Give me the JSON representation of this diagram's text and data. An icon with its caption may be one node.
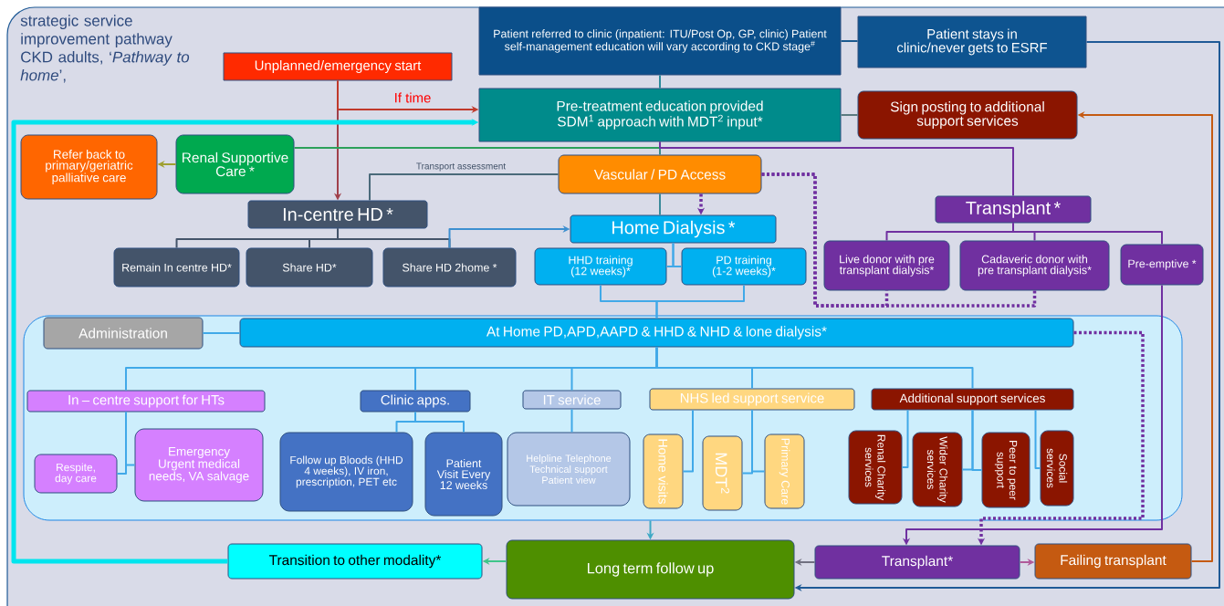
{
  "diagram": {
    "title": "strategic service improvement pathway CKD adults, ‘*Pathway to home*’,",
    "nodes": [
      {
        "text": [
          "Unplanned/emergency start"
        ]
      },
      {
        "text": [
          "Patient referred to clinic (inpatient: ITU/Post Op, GP, clinic) Patient self-management education will vary according to CKD stage$^{#}$"
        ]
      },
      {
        "text": [
          "Patient stays in clinic/never gets to ESRF"
        ]
      },
      {
        "text": [
          "Pre-treatment education provided SDM$^{1}$ approach with MDT$^{2}$ input*"
        ]
      },
      {
        "text": [
          "Sign posting to additional support services"
        ]
      },
      {
        "text": [
          "Refer back to primary/geriatric palliative care"
        ]
      },
      {
        "text": [
          "Renal Supportive Care *"
        ]
      },
      {
        "text": [
          "Vascular / PD Access"
        ]
      },
      {
        "text": [
          "In-centre HD *"
        ]
      },
      {
        "text": [
          "Remain In centre HD*"
        ]
      },
      {
        "text": [
          "Share HD*"
        ]
      },
      {
        "text": [
          "Share HD 2home *"
        ]
      },
      {
        "text": [
          "Home Dialysis *"
        ]
      },
      {
        "text": [
          "HHD training (12 weeks)*"
        ]
      },
      {
        "text": [
          "PD training (1-2 weeks)*"
        ]
      },
      {
        "text": [
          "Transplant *"
        ]
      },
      {
        "text": [
          "Live donor with pre transplant dialysis*"
        ]
      },
      {
        "text": [
          "Cadaveric donor with pre transplant dialysis*"
        ]
      },
      {
        "text": [
          "Pre-emptive *"
        ]
      },
      {
        "text": [],
        "shape": "box"
      },
      {
        "text": [
          "Administration"
        ],
        "in": 19
      },
      {
        "text": [
          "At Home PD,APD,AAPD & HHD & NHD & lone dialysis*"
        ],
        "in": 19
      },
      {
        "text": [
          "In – centre support for HTs"
        ],
        "in": 19
      },
      {
        "text": [
          "Clinic apps."
        ],
        "in": 19
      },
      {
        "text": [
          "IT service"
        ],
        "in": 19
      },
      {
        "text": [
          "NHS led support service"
        ],
        "in": 19
      },
      {
        "text": [
          "Additional support services"
        ],
        "in": 19
      },
      {
        "text": [
          "Respite, day care"
        ],
        "in": 19
      },
      {
        "text": [
          "Emergency Urgent medical needs, VA salvage"
        ],
        "in": 19
      },
      {
        "text": [
          "Follow up Bloods (HHD 4 weeks), IV iron, prescription, PET etc"
        ],
        "in": 19
      },
      {
        "text": [
          "Patient Visit Every 12 weeks"
        ],
        "in": 19
      },
      {
        "text": [
          "Helpline Telephone Technical support Patient view"
        ],
        "in": 19
      },
      {
        "text": [
          "Home visits"
        ],
        "in": 19
      },
      {
        "text": [
          "MDT$^{2}$"
        ],
        "in": 19
      },
      {
        "text": [
          "Primary Care"
        ],
        "in": 19
      },
      {
        "text": [
          "Renal Charity services"
        ],
        "in": 19
      },
      {
        "text": [
          "Wider Charity services"
        ],
        "in": 19
      },
      {
        "text": [
          "Peer to peer support"
        ],
        "in": 19
      },
      {
        "text": [
          "Social services"
        ],
        "in": 19
      },
      {
        "text": [
          "Transition to other modality*"
        ]
      },
      {
        "text": [
          "Long term follow up"
        ]
      },
      {
        "text": [
          "Transplant*"
        ]
      },
      {
        "text": [
          "Failing transplant"
        ]
      }
    ],
    "edges": [
      {
        "from": 1,
        "to": 2,
        "arrow": "none",
        "color": "#1a5a8f"
      },
      {
        "from": 1,
        "to": 3,
        "arrow": "none",
        "color": "#2a8a9a"
      },
      {
        "from": 0,
        "to": 8,
        "arrow": "to",
        "color": "#a0404a"
      },
      {
        "from": 0,
        "to": 3,
        "arrow": "to",
        "label": "If time",
        "color": "#c0392b"
      },
      {
        "from": 39,
        "to": 3,
        "arrow": "to",
        "style": "thick",
        "color": "#00e5ee"
      },
      {
        "from": 6,
        "to": 5,
        "arrow": "to",
        "color": "#a0a030"
      },
      {
        "from": 3,
        "to": 6,
        "arrow": "none",
        "color": "#2ca05a"
      },
      {
        "from": 3,
        "to": 7,
        "arrow": "none",
        "color": "#3a8a8a"
      },
      {
        "from": 3,
        "to": 15,
        "arrow": "none",
        "color": "#7030a0"
      },
      {
        "from": 3,
        "to": 4,
        "arrow": "none",
        "color": "#5a7a80"
      },
      {
        "from": 7,
        "to": 8,
        "arrow": "none",
        "label": "Transport assessment",
        "color": "#4a6a7a"
      },
      {
        "from": 7,
        "to": 12,
        "arrow": "to",
        "style": "dashed",
        "color": "#7030a0"
      },
      {
        "from": 7,
        "to": 12,
        "arrow": "none",
        "color": "#3a8a9a"
      },
      {
        "from": 7,
        "to": 16,
        "arrow": "none",
        "style": "dashed",
        "color": "#7030a0"
      },
      {
        "from": 7,
        "to": 17,
        "arrow": "none",
        "style": "dashed",
        "color": "#7030a0"
      },
      {
        "from": 8,
        "to": 9,
        "arrow": "none",
        "color": "#44546a"
      },
      {
        "from": 8,
        "to": 10,
        "arrow": "none",
        "color": "#44546a"
      },
      {
        "from": 8,
        "to": 11,
        "arrow": "none",
        "color": "#44546a"
      },
      {
        "from": 11,
        "to": 12,
        "arrow": "to",
        "color": "#3d8fd0"
      },
      {
        "from": 12,
        "to": 13,
        "arrow": "none"
      },
      {
        "from": 12,
        "to": 14,
        "arrow": "none"
      },
      {
        "from": 13,
        "to": 21,
        "arrow": "none"
      },
      {
        "from": 14,
        "to": 21,
        "arrow": "none"
      },
      {
        "from": 15,
        "to": 16,
        "arrow": "none",
        "color": "#7030a0"
      },
      {
        "from": 15,
        "to": 17,
        "arrow": "none",
        "color": "#7030a0"
      },
      {
        "from": 15,
        "to": 18,
        "arrow": "none",
        "color": "#7030a0"
      },
      {
        "from": 18,
        "to": 41,
        "arrow": "to",
        "color": "#7030a0"
      },
      {
        "from": 21,
        "to": 41,
        "arrow": "to",
        "style": "dashed",
        "color": "#7030a0"
      },
      {
        "from": 2,
        "to": 40,
        "arrow": "to",
        "color": "#1f5a96"
      },
      {
        "from": 42,
        "to": 4,
        "arrow": "to",
        "color": "#c55a11"
      },
      {
        "from": 41,
        "to": 40,
        "arrow": "to",
        "color": "#707080"
      },
      {
        "from": 41,
        "to": 42,
        "arrow": "to",
        "color": "#b05a9a"
      },
      {
        "from": 40,
        "to": 39,
        "arrow": "to",
        "color": "#3fc58a"
      },
      {
        "from": 19,
        "to": 40,
        "arrow": "to",
        "color": "#3fa9c5"
      },
      {
        "from": 20,
        "to": 21,
        "arrow": "none"
      },
      {
        "from": 21,
        "to": 22,
        "arrow": "none"
      },
      {
        "from": 21,
        "to": 23,
        "arrow": "none"
      },
      {
        "from": 21,
        "to": 24,
        "arrow": "none"
      },
      {
        "from": 21,
        "to": 25,
        "arrow": "none"
      },
      {
        "from": 21,
        "to": 26,
        "arrow": "none"
      },
      {
        "from": 22,
        "to": 27,
        "arrow": "none"
      },
      {
        "from": 22,
        "to": 28,
        "arrow": "none"
      },
      {
        "from": 23,
        "to": 29,
        "arrow": "none"
      },
      {
        "from": 23,
        "to": 30,
        "arrow": "none"
      },
      {
        "from": 24,
        "to": 31,
        "arrow": "none"
      },
      {
        "from": 25,
        "to": 32,
        "arrow": "none"
      },
      {
        "from": 25,
        "to": 33,
        "arrow": "none"
      },
      {
        "from": 25,
        "to": 34,
        "arrow": "none"
      },
      {
        "from": 26,
        "to": 35,
        "arrow": "none"
      },
      {
        "from": 26,
        "to": 36,
        "arrow": "none"
      },
      {
        "from": 26,
        "to": 37,
        "arrow": "none"
      },
      {
        "from": 26,
        "to": 38,
        "arrow": "none"
      }
    ]
  }
}
